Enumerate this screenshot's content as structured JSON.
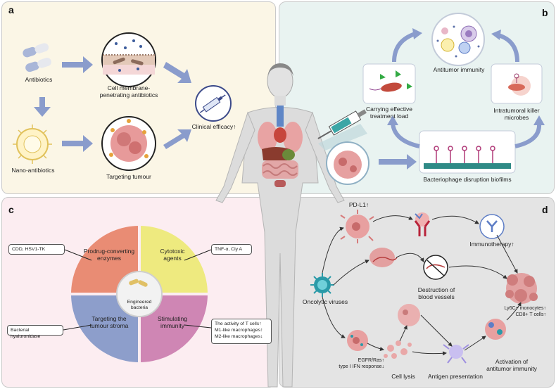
{
  "panels": {
    "a": {
      "label": "a",
      "antibiotics": "Antibiotics",
      "cell_membrane": "Cell membrane-\npenetrating antibiotics",
      "nano": "Nano-antibiotics",
      "targeting": "Targeting tumour",
      "clinical": "Clinical efficacy↑"
    },
    "b": {
      "label": "b",
      "antitumor": "Antitumor immunity",
      "carrying": "Carrying effective\ntreatment load",
      "intratumoral": "Intratumoral killer\nmicrobes",
      "bacteriophage": "Bacteriophage disruption biofilms"
    },
    "c": {
      "label": "c",
      "q1": "Prodrug-converting\nenzymes",
      "q2": "Cytotoxic\nagents",
      "q3": "Targeting the\ntumour stroma",
      "q4": "Stimulating\nimmunity",
      "center": "Engineered\nbacteria",
      "box_cdd": "CDD, HSV1-TK",
      "box_tnf": "TNF-α, Cly A",
      "box_hyal": "Bacterial hyaluronidase",
      "box_immune": "The activity of T cells↑\nM1-like macrophages↑\nM2-like macrophages↓"
    },
    "d": {
      "label": "d",
      "pdl1": "PD-L1↑",
      "immunotherapy": "Immunotherapy↑",
      "oncolytic": "Oncolytic viruses",
      "destruction": "Destruction of\nblood vessels",
      "ly6c": "Ly6C+ monocytes↑\nCD8+ T cells↑",
      "egfr": "EGFR/Ras↑\ntype I IFN response↓",
      "lysis": "Cell lysis",
      "antigen": "Antigen presentation",
      "activation": "Activation of\nantitumor immunity"
    }
  },
  "colors": {
    "panel_a": "#fbf6e6",
    "panel_b": "#e9f3f1",
    "panel_c": "#fcedf1",
    "panel_d": "#e4e4e4",
    "arrow": "#8a9ccc",
    "enzymes": "#e98c74",
    "cytotoxic": "#eeea7f",
    "stroma": "#8d9ecb",
    "immunity": "#cf86b4"
  },
  "icons": [
    "capsule-icon",
    "nanoparticle-icon",
    "syringe-icon",
    "tumour-cell-icon",
    "virus-icon",
    "antibody-icon",
    "human-body-icon",
    "bacteria-icon",
    "bacteriophage-icon"
  ]
}
